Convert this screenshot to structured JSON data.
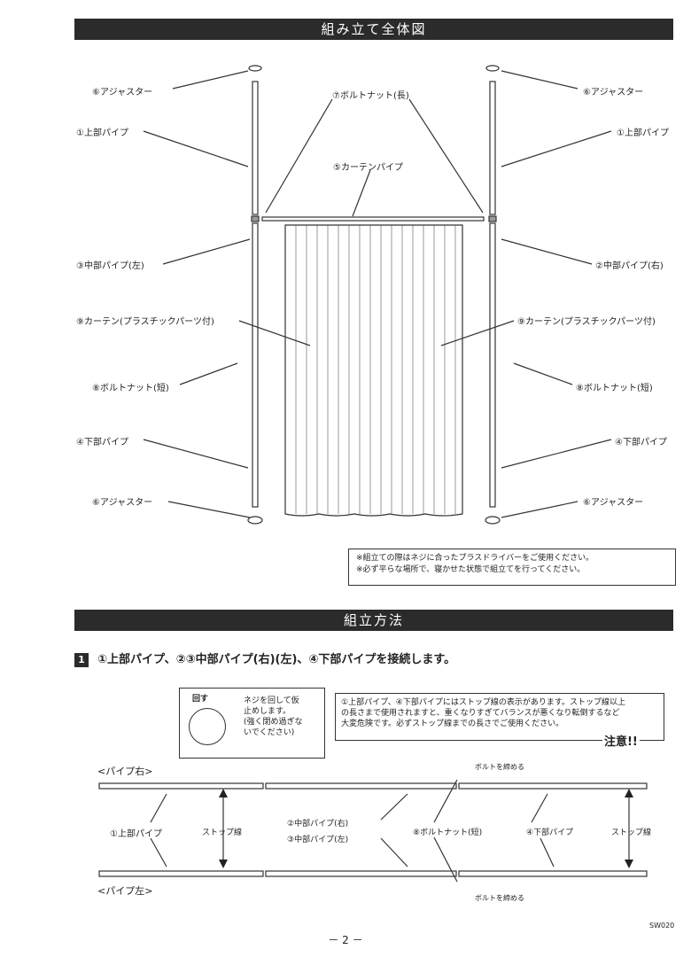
{
  "section1_title": "組み立て全体図",
  "section2_title": "組立方法",
  "labels": {
    "adjuster": "⑥アジャスター",
    "upper_pipe": "①上部パイプ",
    "bolt_nut_long": "⑦ボルトナット(長)",
    "curtain_pipe": "⑤カーテンパイプ",
    "mid_pipe_left": "③中部パイプ(左)",
    "mid_pipe_right": "②中部パイプ(右)",
    "curtain": "⑨カーテン(プラスチックパーツ付)",
    "bolt_nut_short": "⑧ボルトナット(短)",
    "lower_pipe": "④下部パイプ"
  },
  "notes": [
    "※組立ての際はネジに合ったプラスドライバーをご使用ください。",
    "※必ず平らな場所で、寝かせた状態で組立てを行ってください。"
  ],
  "step": {
    "number": "1",
    "text": "①上部パイプ、②③中部パイプ(右)(左)、④下部パイプを接続します。"
  },
  "turn_box": {
    "turn": "回す",
    "text": [
      "ネジを回して仮",
      "止めします。",
      "(強く閉め過ぎな",
      "いでください)"
    ]
  },
  "caution_box": {
    "lines": [
      "①上部パイプ、④下部パイプにはストップ線の表示があります。ストップ線以上",
      "の長さまで使用されますと、重くなりすぎてバランスが悪くなり転倒するなど",
      "大変危険です。必ずストップ線までの長さでご使用ください。"
    ],
    "attention": "注意!!"
  },
  "bottom": {
    "pipe_right": "<パイプ右>",
    "pipe_left": "<パイプ左>",
    "upper_pipe": "①上部パイプ",
    "stop_line": "ストップ線",
    "mid_right": "②中部パイプ(右)",
    "mid_left": "③中部パイプ(左)",
    "bolt_short": "⑧ボルトナット(短)",
    "lower_pipe": "④下部パイプ",
    "tighten": "ボルトを締める"
  },
  "page_number": "－ 2 －",
  "doc_code": "SW020"
}
